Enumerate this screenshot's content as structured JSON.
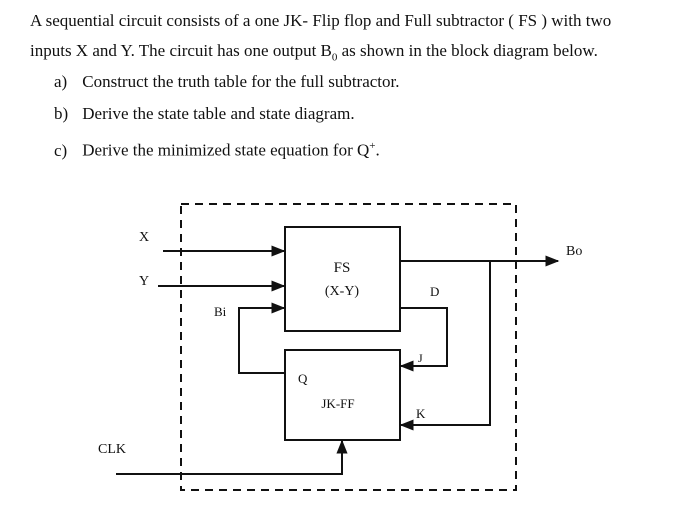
{
  "problem": {
    "line1": "A sequential circuit consists of a one JK- Flip flop and Full subtractor ( FS ) with two",
    "line2_pre": "inputs X and Y. The circuit has one output B",
    "line2_sub": "0",
    "line2_post": " as shown in the block diagram below.",
    "parts": [
      {
        "label": "a)",
        "text": "Construct the truth table for the full subtractor."
      },
      {
        "label": "b)",
        "text": "Derive the state table and state diagram."
      },
      {
        "label": "c)",
        "text": "Derive the minimized state equation for Q",
        "sup": "+",
        "end": "."
      }
    ]
  },
  "diagram": {
    "inputs": {
      "x": "X",
      "y": "Y",
      "clk": "CLK"
    },
    "output": "Bo",
    "fs_block": {
      "title": "FS",
      "subtitle": "(X-Y)"
    },
    "jk_block": {
      "title": "JK-FF",
      "q": "Q",
      "j": "J",
      "k": "K"
    },
    "signals": {
      "bi": "Bi",
      "d": "D"
    }
  }
}
